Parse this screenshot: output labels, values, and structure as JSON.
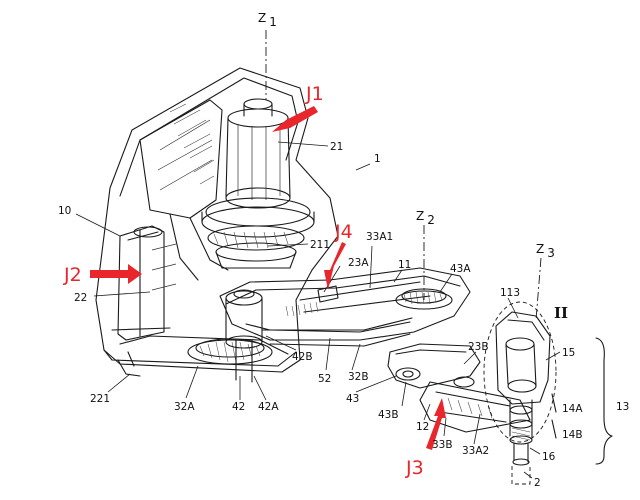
{
  "colors": {
    "ink": "#1a1a1a",
    "callout": "#e8262b",
    "paper": "#ffffff"
  },
  "callouts": {
    "j1": "J1",
    "j2": "J2",
    "j3": "J3",
    "j4": "J4"
  },
  "axes": {
    "z1": "Z",
    "z1_sub": "1",
    "z2": "Z",
    "z2_sub": "2",
    "z3": "Z",
    "z3_sub": "3"
  },
  "section_mark": "II",
  "labels": {
    "robot": "1",
    "base": "10",
    "first_arm": "11",
    "second_arm_portion": "12",
    "third_arm": "13",
    "part_15": "15",
    "part_16": "16",
    "part_2": "2",
    "part_14a": "14A",
    "part_14b": "14B",
    "part_21": "21",
    "part_22": "22",
    "part_211": "211",
    "part_221": "221",
    "part_23a": "23A",
    "part_23b": "23B",
    "part_32a": "32A",
    "part_32b": "32B",
    "part_33a1": "33A1",
    "part_33a2": "33A2",
    "part_33b": "33B",
    "part_42": "42",
    "part_42a": "42A",
    "part_42b": "42B",
    "part_43": "43",
    "part_43a": "43A",
    "part_43b": "43B",
    "part_52": "52",
    "part_113": "113"
  }
}
